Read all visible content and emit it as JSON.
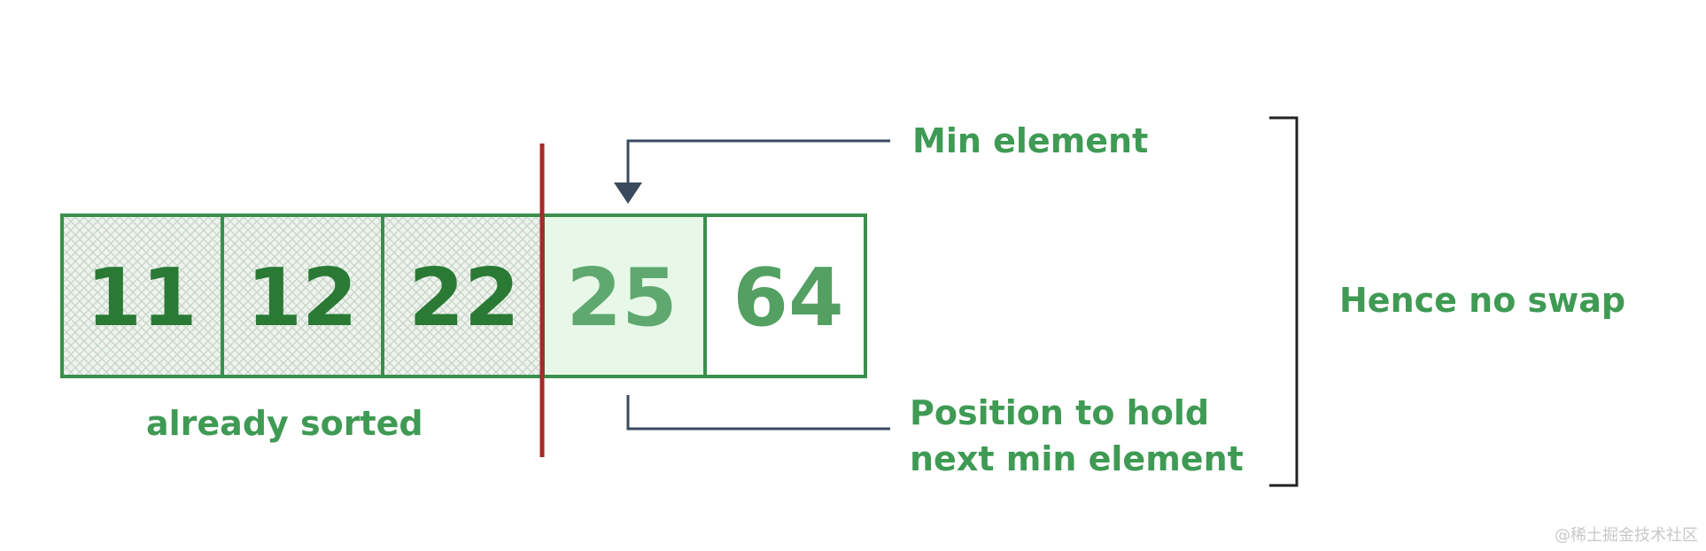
{
  "array": {
    "cells": [
      {
        "value": "11",
        "state": "sorted"
      },
      {
        "value": "12",
        "state": "sorted"
      },
      {
        "value": "22",
        "state": "sorted"
      },
      {
        "value": "25",
        "state": "current"
      },
      {
        "value": "64",
        "state": "unsorted"
      }
    ]
  },
  "labels": {
    "already_sorted": "already sorted",
    "min_element": "Min element",
    "position_line1": "Position to hold",
    "position_line2": "next min element",
    "conclusion": "Hence no swap"
  },
  "watermark": "@稀土掘金技术社区",
  "colors": {
    "green_border": "#3a8f4c",
    "sorted_text": "#2a7a35",
    "current_text": "#5fa86f",
    "unsorted_text": "#53a062",
    "current_fill": "#e8f8e8",
    "sorted_fill": "#eef3ee",
    "divider": "#a52a2a",
    "pointer": "#3a4a5e",
    "label": "#3f9a54"
  }
}
